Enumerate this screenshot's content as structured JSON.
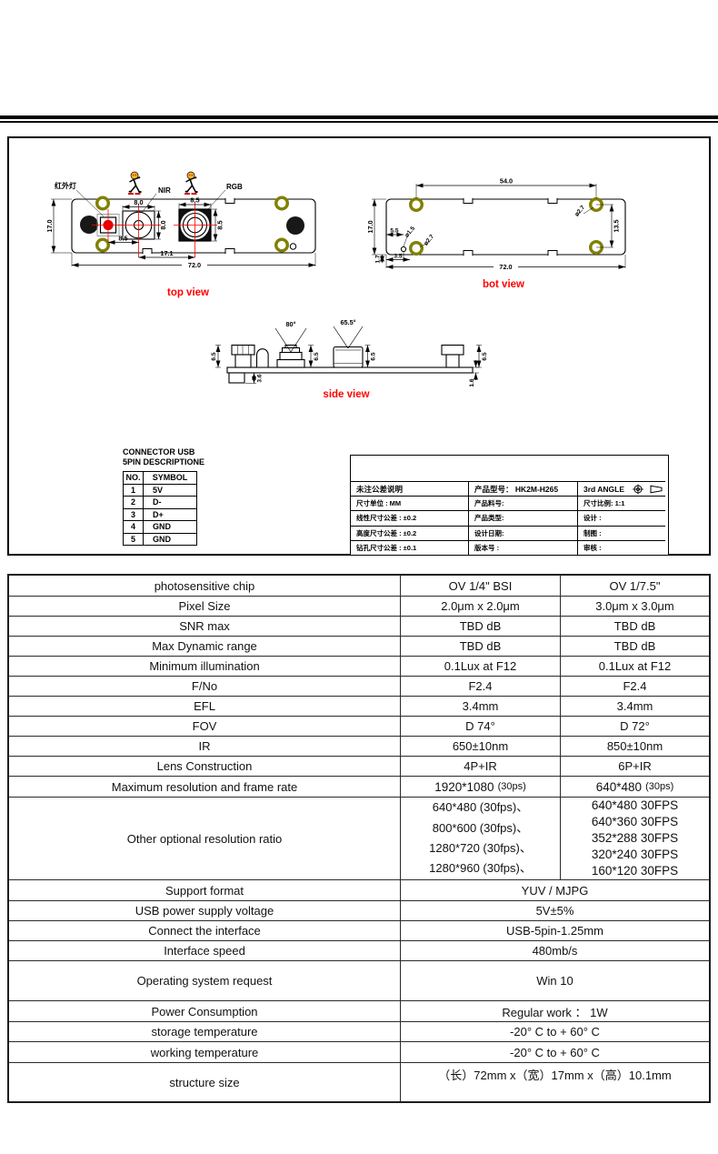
{
  "colors": {
    "accent_red": "#ff0000",
    "hole_olive": "#808000",
    "led_red": "#e80000",
    "ink": "#111111"
  },
  "drawings": {
    "top_view": {
      "title": "top view",
      "label_ir": "红外灯",
      "label_nir": "NIR",
      "label_rgb": "RGB",
      "dim_width": "72.0",
      "dim_height": "17.0",
      "dim_nir_w": "8.0",
      "dim_nir_h": "8.0",
      "dim_rgb_w": "8.5",
      "dim_rgb_h": "8.5",
      "dim_led_nir": "8.5",
      "dim_nir_rgb": "17.1"
    },
    "bot_view": {
      "title": "bot view",
      "dim_hole_span": "54.0",
      "dim_height": "17.0",
      "dim_width": "72.0",
      "dim_5_5": "5.5",
      "dim_3_5": "3.5",
      "dim_1_7": "1.7",
      "dim_13_5": "13.5",
      "hole_small": "⌀1.5",
      "hole_a": "⌀2.7",
      "hole_b": "⌀2.7"
    },
    "side_view": {
      "title": "side view",
      "angle_nir": "80°",
      "angle_rgb": "65.5°",
      "dim_comp_h": "6.5",
      "dim_conn": "3.6",
      "dim_pcb": "1.6"
    }
  },
  "connector": {
    "title_line1": "CONNECTOR USB",
    "title_line2": "5PIN DESCRIPTIONE",
    "headers": [
      "NO.",
      "SYMBOL"
    ],
    "rows": [
      [
        "1",
        "5V"
      ],
      [
        "2",
        "D-"
      ],
      [
        "3",
        "D+"
      ],
      [
        "4",
        "GND"
      ],
      [
        "5",
        "GND"
      ]
    ]
  },
  "title_block": {
    "rows": [
      [
        "未注公差说明",
        "产品型号：  HK2M-H265",
        "3rd ANGLE"
      ],
      [
        "尺寸单位      : MM",
        "产品料号:",
        "尺寸比例:  1:1"
      ],
      [
        "线性尺寸公差 : ±0.2",
        "产品类型:",
        "设计   :"
      ],
      [
        "高度尺寸公差 : ±0.2",
        "设计日期:",
        "制图   :"
      ],
      [
        "钻孔尺寸公差 : ±0.1",
        "版本号  :",
        "审核   :"
      ]
    ]
  },
  "spec_table": {
    "rows": [
      {
        "label": "photosensitive chip",
        "col2": "OV 1/4\" BSI",
        "col3": "OV   1/7.5\""
      },
      {
        "label": "Pixel Size",
        "col2": "2.0μm x 2.0μm",
        "col3": "3.0μm x 3.0μm"
      },
      {
        "label": "SNR max",
        "col2": "TBD dB",
        "col3": "TBD dB"
      },
      {
        "label": "Max Dynamic range",
        "col2": "TBD dB",
        "col3": "TBD dB"
      },
      {
        "label": "Minimum illumination",
        "col2": "0.1Lux at F12",
        "col3": "0.1Lux at F12"
      },
      {
        "label": "F/No",
        "col2": "F2.4",
        "col3": "F2.4"
      },
      {
        "label": "EFL",
        "col2": "3.4mm",
        "col3": "3.4mm"
      },
      {
        "label": "FOV",
        "col2": "D 74°",
        "col3": "D 72°"
      },
      {
        "label": "IR",
        "col2": "650±10nm",
        "col3": "850±10nm"
      },
      {
        "label": "Lens Construction",
        "col2": "4P+IR",
        "col3": "6P+IR"
      },
      {
        "label": "Maximum resolution and frame rate",
        "main2": "1920*1080",
        "suf2": "(30ps)",
        "main3": "640*480",
        "suf3": "(30ps)"
      },
      {
        "label": "Other optional resolution ratio",
        "col2": [
          "640*480 (30fps)、",
          "800*600 (30fps)、",
          "1280*720 (30fps)、",
          "1280*960 (30fps)、"
        ],
        "col3": [
          "640*480 30FPS",
          "640*360 30FPS",
          "352*288 30FPS",
          "320*240 30FPS",
          "160*120 30FPS"
        ]
      },
      {
        "label": "Support format",
        "value": "YUV / MJPG"
      },
      {
        "label": "USB power supply voltage",
        "value": "5V±5%"
      },
      {
        "label": "Connect the interface",
        "value": "USB-5pin-1.25mm"
      },
      {
        "label": "Interface speed",
        "value": "480mb/s"
      },
      {
        "label": "Operating system request",
        "value": "Win 10"
      },
      {
        "label": "Power Consumption",
        "value": "Regular work ： 1W"
      },
      {
        "label": "storage temperature",
        "value": "-20° C to + 60° C"
      },
      {
        "label": "working temperature",
        "value": "-20° C to + 60° C"
      },
      {
        "label": "structure size",
        "value": "（长）72mm x（宽）17mm x（高）10.1mm"
      }
    ]
  }
}
